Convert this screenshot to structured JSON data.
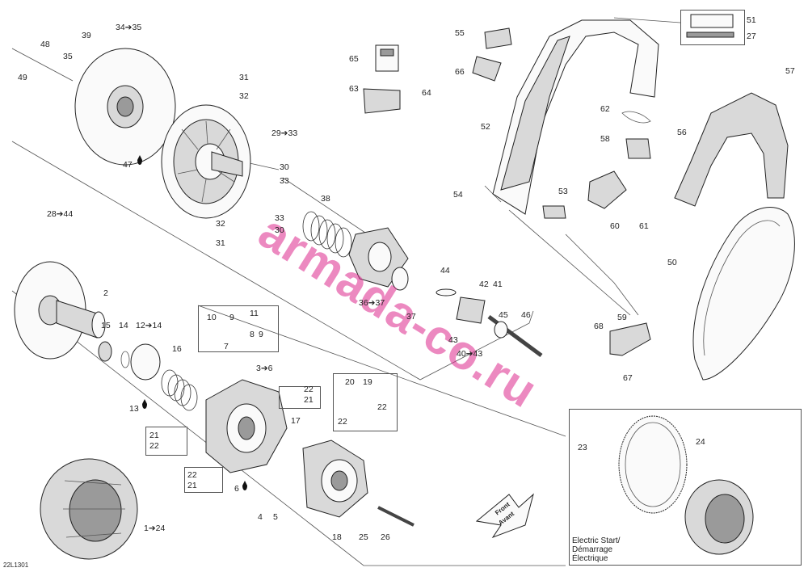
{
  "diagram": {
    "watermark": "armada-co.ru",
    "figure_id": "22L1301",
    "front_badge": {
      "line1": "Front",
      "line2": "Avant"
    },
    "electric_start_caption": {
      "line1": "Electric Start/",
      "line2": "Démarrage",
      "line3": "Électrique"
    },
    "callouts": {
      "c1": "34➔35",
      "c2": "48",
      "c3": "39",
      "c4": "35",
      "c5": "49",
      "c6": "31",
      "c7": "32",
      "c8": "29➔33",
      "c9": "47",
      "c10": "30",
      "c11": "33",
      "c12": "28➔44",
      "c13": "38",
      "c14": "33",
      "c15": "30",
      "c16": "32",
      "c17": "31",
      "c18": "36➔37",
      "c19": "44",
      "c20": "37",
      "c21": "42",
      "c22": "41",
      "c23": "45",
      "c24": "46",
      "c25": "43",
      "c26": "40➔43",
      "c27": "65",
      "c28": "63",
      "c29": "64",
      "c30": "55",
      "c31": "66",
      "c32": "51",
      "c33": "27",
      "c34": "57",
      "c35": "52",
      "c36": "62",
      "c37": "58",
      "c38": "56",
      "c39": "54",
      "c40": "53",
      "c41": "60",
      "c42": "61",
      "c43": "50",
      "c44": "59",
      "c45": "68",
      "c46": "67",
      "c47": "2",
      "c48": "15",
      "c49": "14",
      "c50": "12➔14",
      "c51": "16",
      "c52": "13",
      "c53": "10",
      "c54": "9",
      "c55": "11",
      "c56": "7",
      "c57": "8",
      "c58": "9",
      "c59": "3➔6",
      "c60": "22",
      "c61": "21",
      "c62": "20",
      "c63": "19",
      "c64": "22",
      "c65": "22",
      "c66": "17",
      "c67": "21",
      "c68": "22",
      "c69": "22",
      "c70": "21",
      "c71": "6",
      "c72": "4",
      "c73": "5",
      "c74": "18",
      "c75": "25",
      "c76": "26",
      "c77": "1➔24",
      "c78": "23",
      "c79": "24"
    }
  }
}
